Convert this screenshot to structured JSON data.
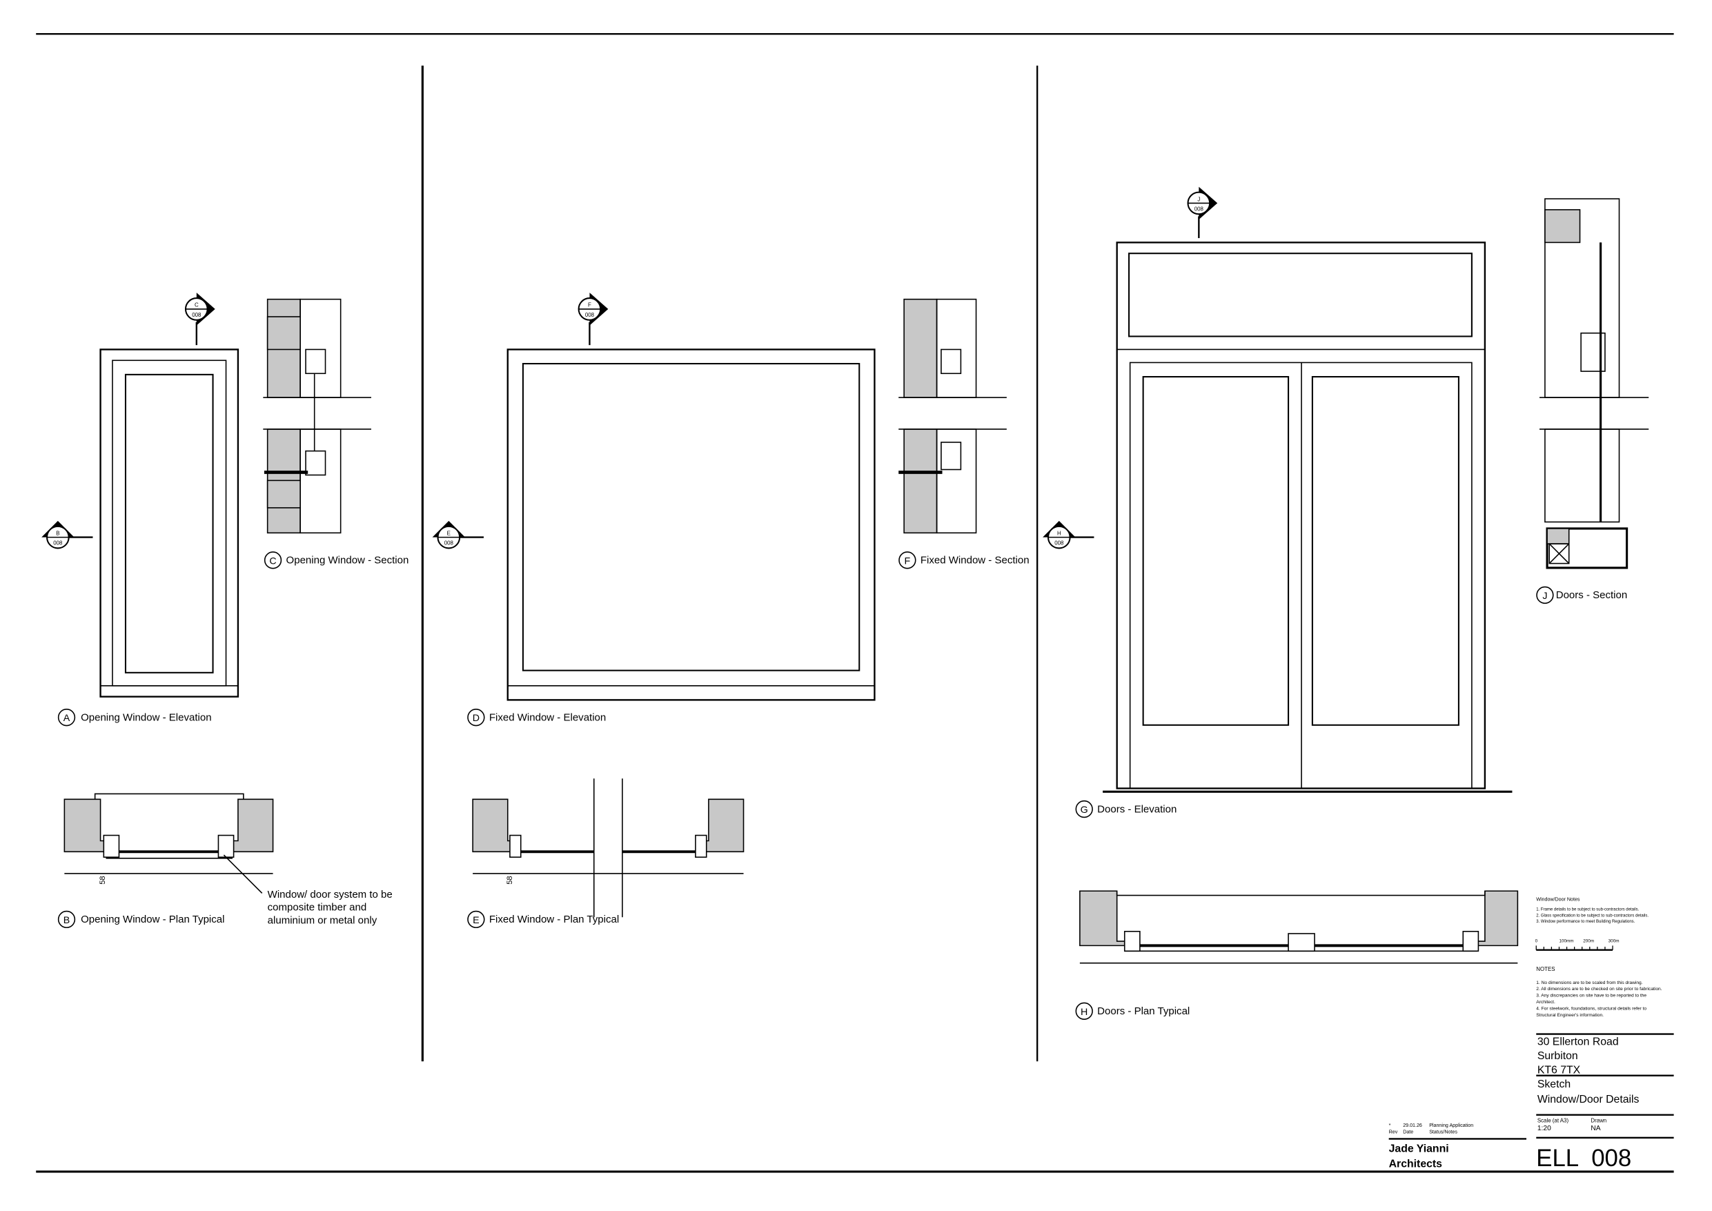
{
  "views": {
    "a": {
      "letter": "A",
      "title": "Opening Window - Elevation"
    },
    "b": {
      "letter": "B",
      "title": "Opening Window - Plan Typical"
    },
    "c": {
      "letter": "C",
      "title": "Opening Window - Section"
    },
    "d": {
      "letter": "D",
      "title": "Fixed Window - Elevation"
    },
    "e": {
      "letter": "E",
      "title": "Fixed Window - Plan Typical"
    },
    "f": {
      "letter": "F",
      "title": "Fixed Window - Section"
    },
    "g": {
      "letter": "G",
      "title": "Doors - Elevation"
    },
    "h": {
      "letter": "H",
      "title": "Doors - Plan Typical"
    },
    "j": {
      "letter": "J",
      "title": "Doors - Section"
    }
  },
  "markers": {
    "sheet_ref": "008",
    "c": "C",
    "b": "B",
    "f": "F",
    "e": "E",
    "j": "J",
    "h": "H"
  },
  "dimension": "58",
  "annotation": [
    "Window/ door system to be",
    "composite timber and",
    "aluminium or metal only"
  ],
  "faint_notes": {
    "title": "Window/Door Notes",
    "items": [
      "1. Frame details to be subject to sub-contractors details.",
      "2. Glass specification to be subject to sub-contractors details.",
      "3. Window performance to meet Building Regulations."
    ]
  },
  "scale_bar": {
    "labels": [
      "0",
      "100mm",
      "200m",
      "300m"
    ]
  },
  "notes": {
    "heading": "NOTES",
    "items": [
      "1. No dimensions are to be scaled from this drawing.",
      "2. All dimensions are to be checked on site prior to fabrication.",
      "3. Any discrepancies on site have to be reported to the",
      "Architect.",
      "4. For steelwork, foundations, structural details refer to",
      "Structural Engineer's information."
    ]
  },
  "title_block": {
    "address": [
      "30 Ellerton Road",
      "Surbiton",
      "KT6 7TX"
    ],
    "status": "Sketch",
    "drawing_title": "Window/Door Details",
    "scale_label": "Scale (at A3)",
    "scale": "1:20",
    "drawn_label": "Drawn",
    "drawn": "NA",
    "rev": "*",
    "date": "29.01.26",
    "rev_status": "Planning Application",
    "rev_header": "Rev",
    "date_header": "Date",
    "status_header": "Status/Notes",
    "practice": [
      "Jade Yianni",
      "Architects"
    ],
    "drawing_number": "ELL  008"
  },
  "colors": {
    "line": "#000000",
    "hatch": "#c8c8c8",
    "faint_note": "#f5f0a0"
  }
}
